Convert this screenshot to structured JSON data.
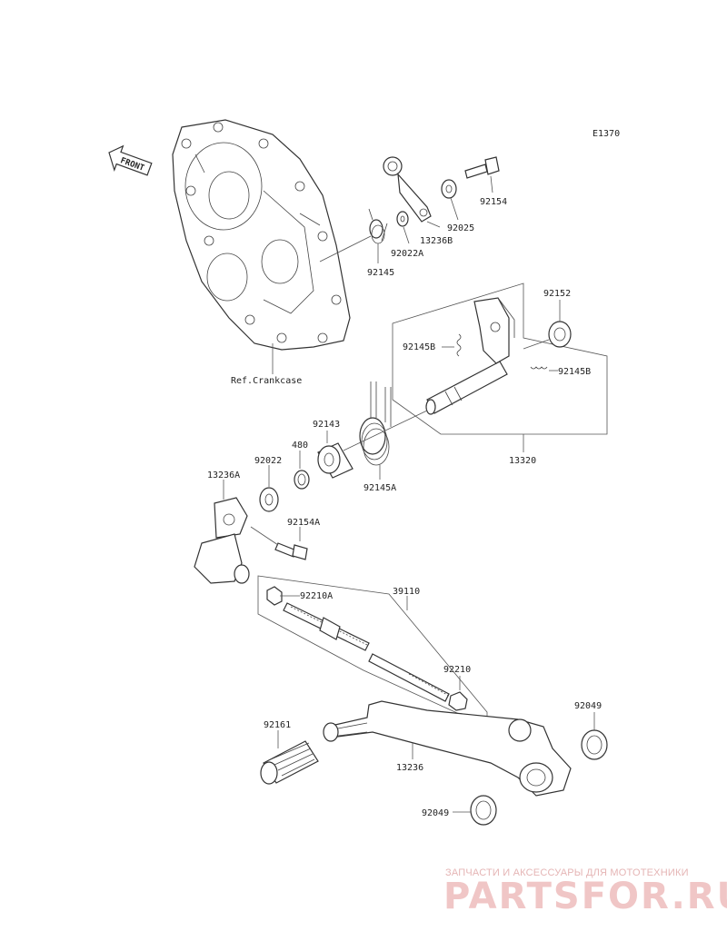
{
  "diagram_code": "E1370",
  "front_label": "FRONT",
  "ref_label": "Ref.Crankcase",
  "part_numbers": {
    "p92154": "92154",
    "p92025": "92025",
    "p13236B": "13236B",
    "p92022A": "92022A",
    "p92145": "92145",
    "p92152": "92152",
    "p92145B_left": "92145B",
    "p92145B_right": "92145B",
    "p13320": "13320",
    "p92143": "92143",
    "p480": "480",
    "p92022": "92022",
    "p92145A": "92145A",
    "p13236A": "13236A",
    "p92154A": "92154A",
    "p39110": "39110",
    "p92210A": "92210A",
    "p92210": "92210",
    "p92049_top": "92049",
    "p92161": "92161",
    "p13236": "13236",
    "p92049_bottom": "92049"
  },
  "watermark": {
    "tagline": "ЗАПЧАСТИ И АКСЕССУАРЫ ДЛЯ МОТОТЕХНИКИ",
    "brand": "PARTSFOR.RU"
  }
}
